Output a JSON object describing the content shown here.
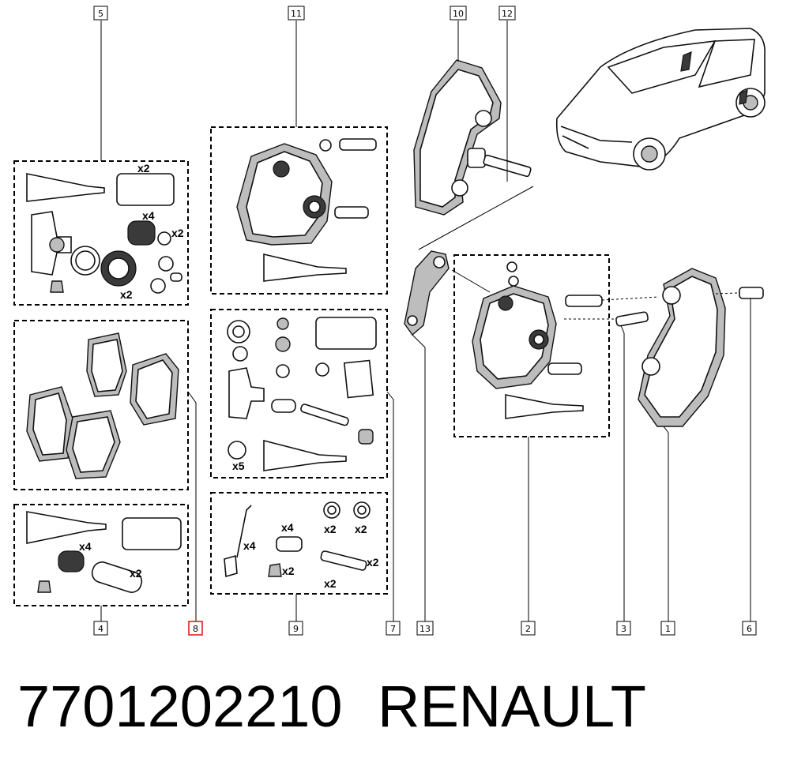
{
  "callouts": {
    "n5": "5",
    "n11": "11",
    "n10": "10",
    "n12": "12",
    "n4": "4",
    "n8": "8",
    "n9": "9",
    "n7": "7",
    "n13": "13",
    "n2": "2",
    "n3": "3",
    "n1": "1",
    "n6": "6"
  },
  "quantities": {
    "g5_a": "x2",
    "g5_b": "x4",
    "g5_c": "x2",
    "g5_d": "x2",
    "g4_a": "x4",
    "g4_b": "x2",
    "g7_a": "x5",
    "g9_a": "x4",
    "g9_b": "x4",
    "g9_c": "x2",
    "g9_d": "x2",
    "g9_e": "x2",
    "g9_f": "x2",
    "g9_g": "x2"
  },
  "footer": {
    "part_number": "7701202210",
    "brand": "RENAULT"
  },
  "colors": {
    "highlight": "#e02020"
  }
}
